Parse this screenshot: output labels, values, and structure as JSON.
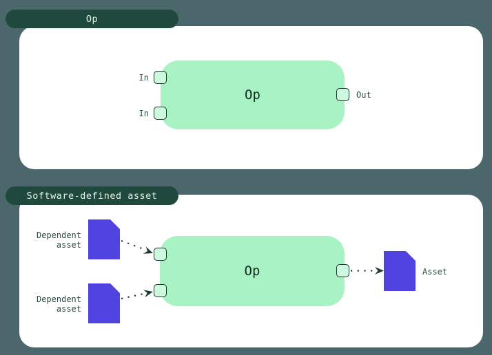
{
  "colors": {
    "background": "#4c676c",
    "tab_background": "#20493d",
    "tab_text": "#e9f2ec",
    "panel_background": "#ffffff",
    "op_node_fill": "#a9f2c4",
    "op_node_text": "#112b25",
    "port_fill": "#cdf9de",
    "port_border": "#16332d",
    "asset_document_fill": "#5143e0",
    "label_text": "#2e4b47",
    "arrow_color": "#1d3a35"
  },
  "icons": {
    "asset_shape": "document-icon",
    "connector": "port-square-icon",
    "link_style": "dotted-arrow"
  },
  "op_panel": {
    "tab_label": "Op",
    "node_label": "Op",
    "input_labels": [
      "In",
      "In"
    ],
    "output_label": "Out"
  },
  "sda_panel": {
    "tab_label": "Software-defined asset",
    "node_label": "Op",
    "dependent_asset_labels": [
      "Dependent asset",
      "Dependent asset"
    ],
    "output_asset_label": "Asset"
  }
}
